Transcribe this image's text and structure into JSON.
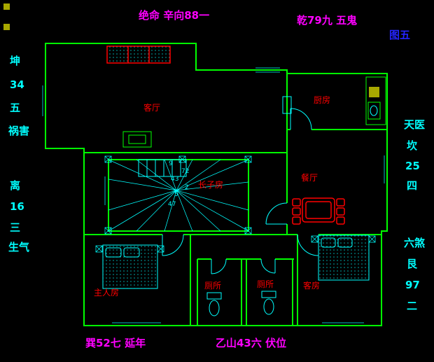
{
  "figure_label": "图五",
  "annotations": {
    "top_left": "绝命 辛向88一",
    "top_right": "乾79九 五鬼",
    "bottom_left": "巽52七 延年",
    "bottom_right": "乙山43六 伏位"
  },
  "left_upper": [
    "坤",
    "34",
    "五",
    "祸害"
  ],
  "left_lower": [
    "离",
    "16",
    "三",
    "生气"
  ],
  "right_upper": [
    "天医",
    "坎",
    "25",
    "四"
  ],
  "right_lower": [
    "六煞",
    "艮",
    "97",
    "二"
  ],
  "rooms": {
    "living": "客厅",
    "kitchen": "厨房",
    "dining": "餐厅",
    "eldest_son": "长子房",
    "master": "主人房",
    "toilet1": "厕所",
    "toilet2": "厕所",
    "guest": "客房"
  },
  "stair_numbers": [
    "9",
    "72",
    "43",
    "2",
    "5",
    "47"
  ],
  "icons": {
    "grip_marker": "grip-square",
    "column_marker": "crossed-box"
  },
  "colors": {
    "background": "#000000",
    "wall": "#00ff00",
    "detail": "#00ffff",
    "furniture_red": "#ff0000",
    "label_red": "#ff0000",
    "annotation_magenta": "#ff00ff",
    "side_text_cyan": "#00ffff",
    "figure_blue": "#2424ff",
    "grip_yellow": "#a8a800"
  }
}
